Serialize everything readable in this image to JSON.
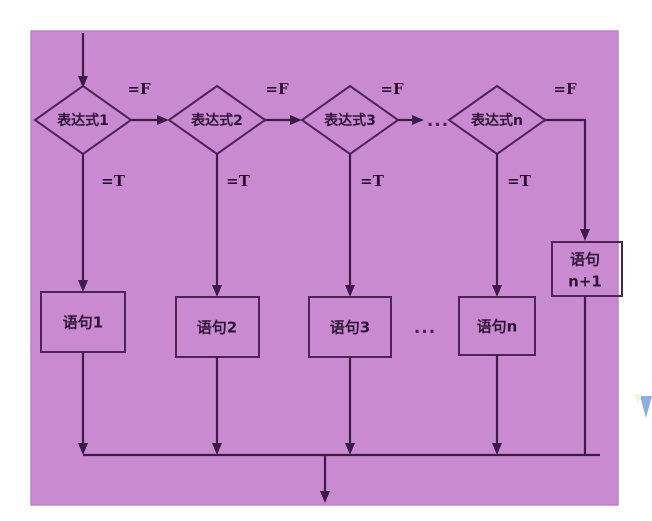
{
  "panel": {
    "background_color": "#c98ad2",
    "border_color": "#b27abb",
    "line_color": "#3d1b46",
    "shape_stroke_color": "#4e2456",
    "text_color": "#2e1535"
  },
  "diagram": {
    "title": "switch / else-if ladder flowchart",
    "entry_label": "",
    "ellipsis": "...",
    "conditions": [
      {
        "id": "cond1",
        "label": "表达式1",
        "false_label": "=F",
        "true_label": "=T"
      },
      {
        "id": "cond2",
        "label": "表达式2",
        "false_label": "=F",
        "true_label": "=T"
      },
      {
        "id": "cond3",
        "label": "表达式3",
        "false_label": "=F",
        "true_label": "=T"
      },
      {
        "id": "condn",
        "label": "表达式n",
        "false_label": "=F",
        "true_label": "=T"
      }
    ],
    "statements": [
      {
        "id": "stmt1",
        "label": "语句1"
      },
      {
        "id": "stmt2",
        "label": "语句2"
      },
      {
        "id": "stmt3",
        "label": "语句3"
      },
      {
        "id": "stmtn",
        "label": "语句n"
      }
    ],
    "default_statement": {
      "id": "stmt_n_plus_1",
      "line1": "语句",
      "line2": "n+1"
    },
    "statement_ellipsis": "...",
    "condition_ellipsis": "..."
  },
  "artifact": {
    "name": "blue-corner-mark",
    "color": "#2f6fc4"
  }
}
